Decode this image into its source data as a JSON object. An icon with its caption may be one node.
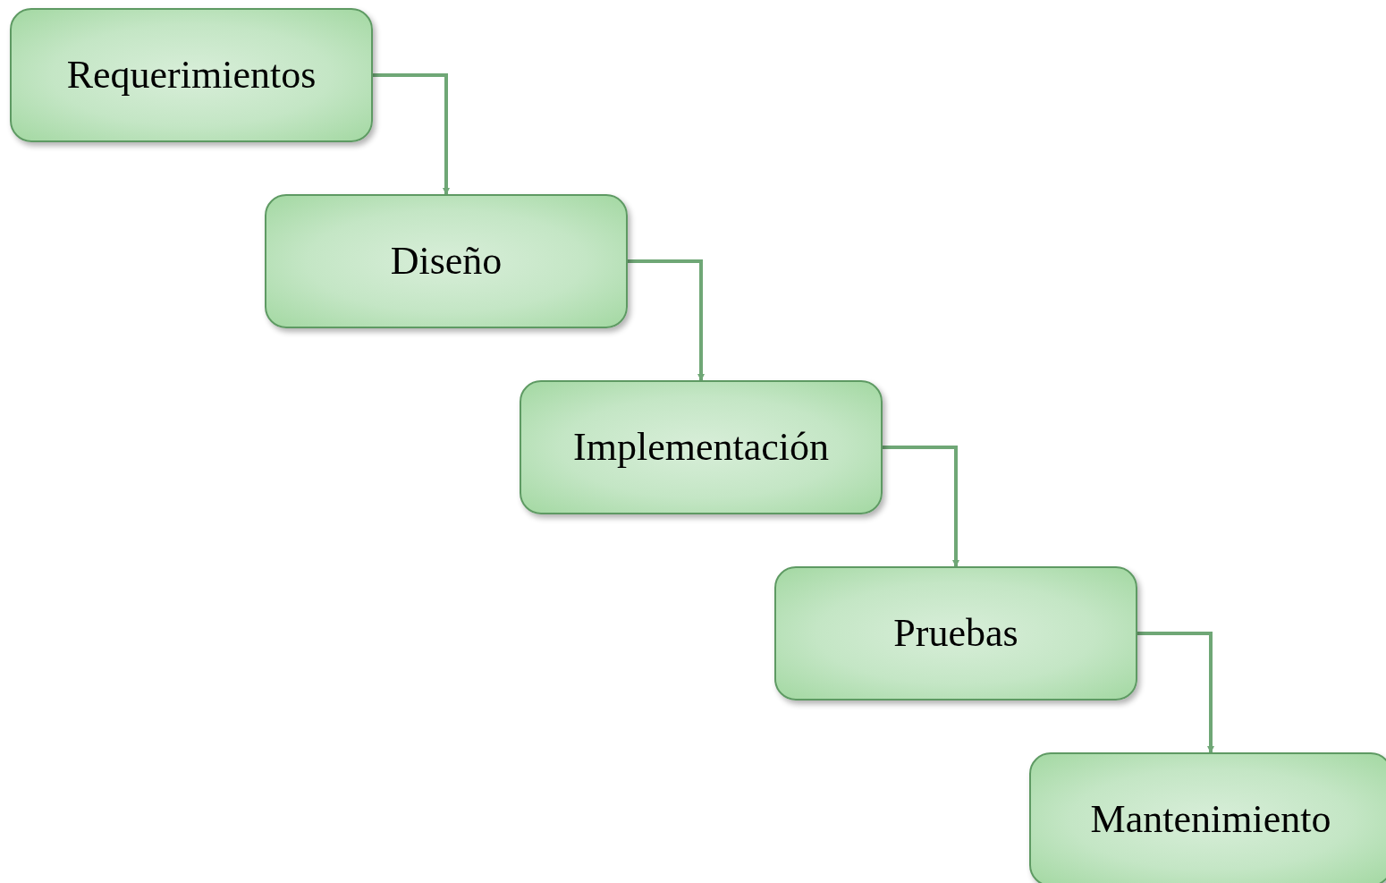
{
  "diagram": {
    "nodes": [
      {
        "text": [
          "Requerimientos"
        ]
      },
      {
        "text": [
          "Diseño"
        ]
      },
      {
        "text": [
          "Implementación"
        ]
      },
      {
        "text": [
          "Pruebas"
        ]
      },
      {
        "text": [
          "Mantenimiento"
        ]
      }
    ],
    "edges": [
      {
        "from": 0,
        "to": 1,
        "arrow": "to"
      },
      {
        "from": 1,
        "to": 2,
        "arrow": "to"
      },
      {
        "from": 2,
        "to": 3,
        "arrow": "to"
      },
      {
        "from": 3,
        "to": 4,
        "arrow": "to"
      }
    ]
  }
}
